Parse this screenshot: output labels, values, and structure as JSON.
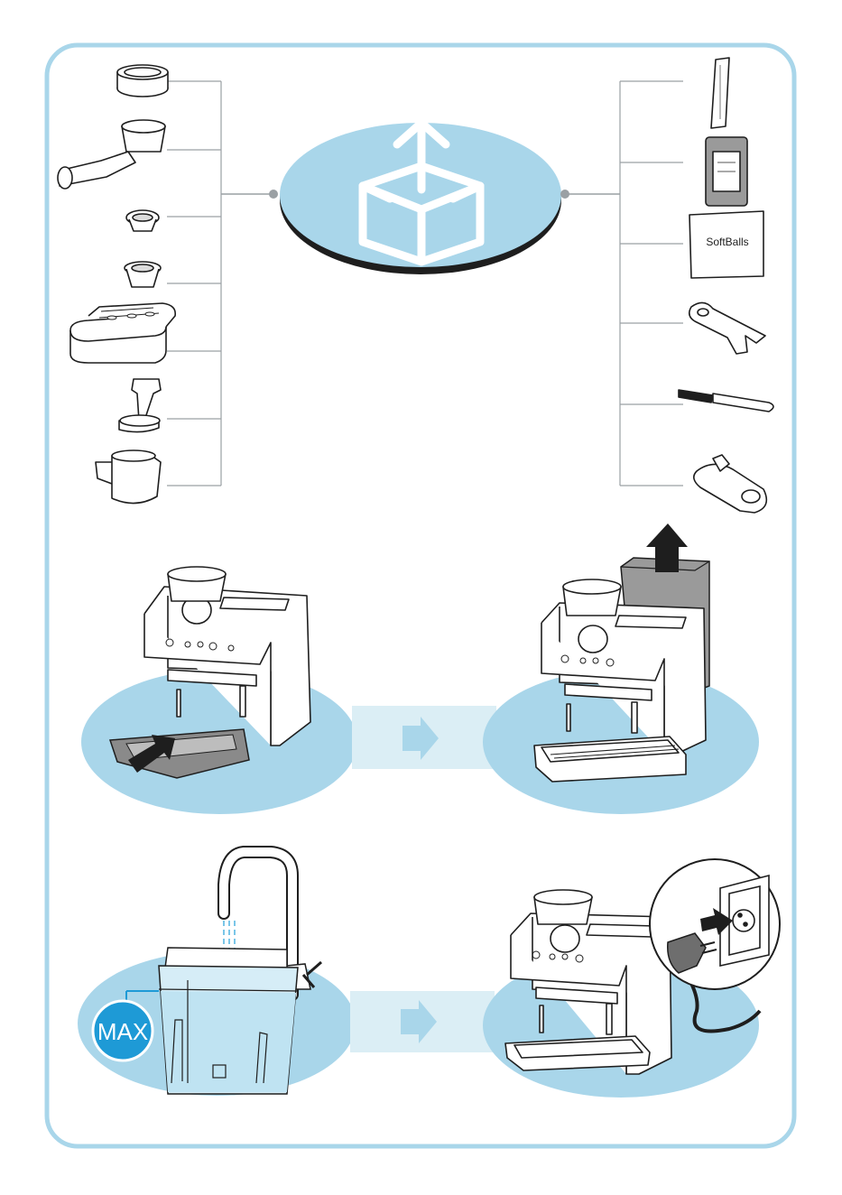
{
  "overview": {
    "icon": "unbox-arrow-up-icon",
    "left_accessories": [
      {
        "name": "bean-hopper-lid-icon"
      },
      {
        "name": "portafilter-icon"
      },
      {
        "name": "single-filter-basket-icon"
      },
      {
        "name": "double-filter-basket-icon"
      },
      {
        "name": "drip-tray-icon"
      },
      {
        "name": "tamper-icon"
      },
      {
        "name": "milk-jug-icon"
      }
    ],
    "right_accessories": [
      {
        "name": "test-strip-icon"
      },
      {
        "name": "water-filter-pack-icon"
      },
      {
        "name": "softballs-bag-icon",
        "label": "SoftBalls"
      },
      {
        "name": "cleaning-tool-icon"
      },
      {
        "name": "cleaning-brush-icon"
      },
      {
        "name": "steam-wand-tool-icon"
      }
    ]
  },
  "steps": [
    {
      "name": "insert-drip-tray-step"
    },
    {
      "name": "remove-packaging-step"
    },
    {
      "name": "fill-water-tank-step",
      "badge": "MAX"
    },
    {
      "name": "plug-in-power-step"
    }
  ],
  "colors": {
    "frame": "#a9d6ea",
    "ellipse": "#a9d6ea",
    "ellipse_shadow": "#1e1e1e",
    "arrow_band": "#dbeef5",
    "arrow": "#a9d6ea",
    "max_badge": "#1e9ad6",
    "gray_fill": "#8a8a8a",
    "line": "#1e1e1e"
  }
}
